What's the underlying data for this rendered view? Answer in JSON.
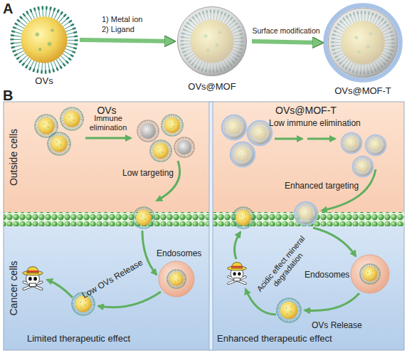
{
  "diagram": {
    "nodes": [
      {
        "text": [
          "OVs"
        ]
      },
      {
        "text": [
          "OVs@MOF"
        ]
      },
      {
        "text": [
          "OVs@MOF-T"
        ]
      },
      {
        "text": [
          "Outside cells"
        ]
      },
      {
        "text": [
          "Cancer cells"
        ]
      },
      {
        "text": [
          "Endosomes"
        ],
        "in": 4
      },
      {
        "text": [
          "Endosomes"
        ],
        "in": 4
      }
    ],
    "edges": [
      {
        "from": 0,
        "to": 1,
        "arrow": "to",
        "label": "1) Metal ion 2) Ligand"
      },
      {
        "from": 1,
        "to": 2,
        "arrow": "to",
        "label": "Surface modification"
      }
    ],
    "labels": [
      "A",
      "B",
      "OVs",
      "OVs@MOF-T",
      "Immune elimination",
      "Low targeting",
      "Low OVs Release",
      "Limited therapeutic effect",
      "Low immune elimination",
      "Enhanced targeting",
      "Acidic effect mineral degradation",
      "OVs Release",
      "Enhanced therapeutic effect"
    ]
  }
}
